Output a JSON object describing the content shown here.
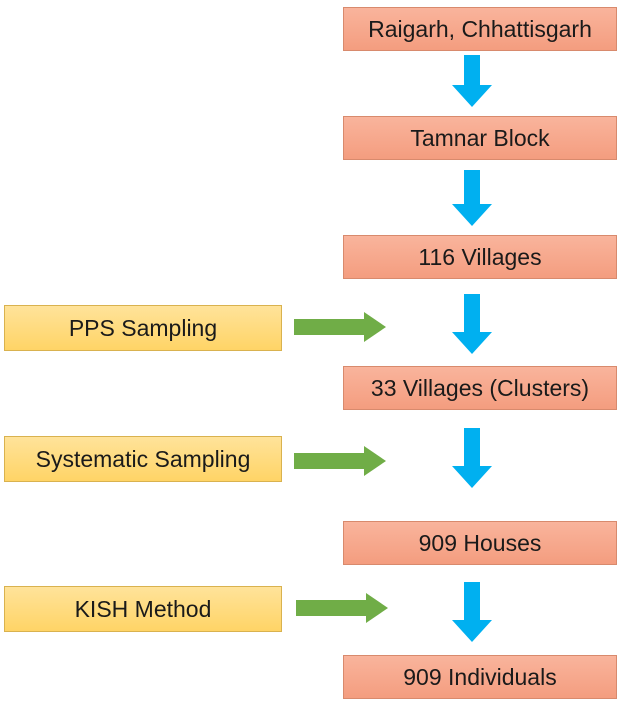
{
  "flow_steps": [
    "Raigarh, Chhattisgarh",
    "Tamnar Block",
    "116 Villages",
    "33 Villages (Clusters)",
    "909 Houses",
    "909 Individuals"
  ],
  "methods": [
    "PPS Sampling",
    "Systematic Sampling",
    "KISH Method"
  ],
  "colors": {
    "step_fill": "#f6a689",
    "method_fill": "#ffda75",
    "down_arrow": "#00b0f0",
    "side_arrow": "#70ad47"
  }
}
